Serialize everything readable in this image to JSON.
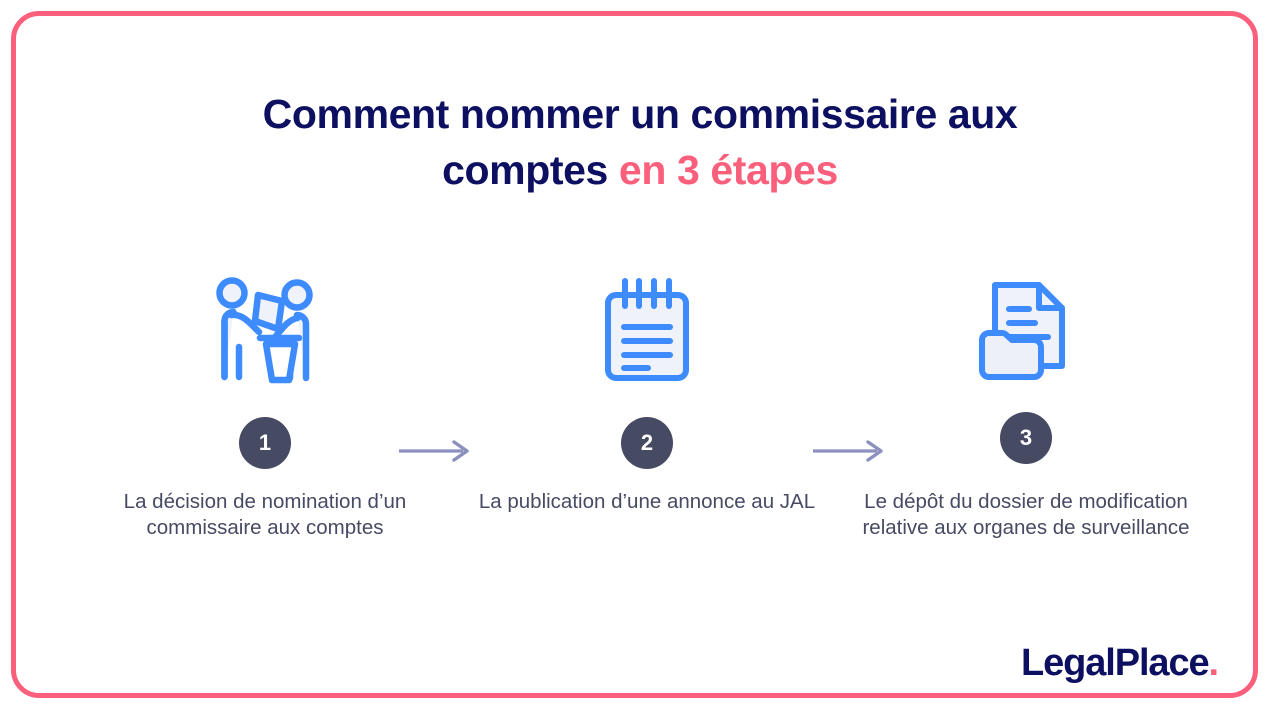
{
  "frame": {
    "border_color": "#fa5f7c",
    "background": "#ffffff"
  },
  "title": {
    "line1": "Comment nommer un commissaire aux",
    "line2_main": "comptes ",
    "line2_accent": "en 3 étapes",
    "color": "#0d1060",
    "accent_color": "#fa5f7c"
  },
  "steps": [
    {
      "number": "1",
      "icon": "two-people-handing-document-icon",
      "caption": "La décision de nomination d’un commissaire aux comptes"
    },
    {
      "number": "2",
      "icon": "notepad-icon",
      "caption": "La publication d’une annonce au JAL"
    },
    {
      "number": "3",
      "icon": "document-folder-icon",
      "caption": "Le dépôt du dossier de modification relative aux organes de surveillance"
    }
  ],
  "connectors": [
    {
      "icon": "arrow-right-icon",
      "color": "#8b90be"
    },
    {
      "icon": "arrow-right-icon",
      "color": "#8b90be"
    }
  ],
  "badge": {
    "background": "#474a63",
    "text_color": "#ffffff"
  },
  "caption_color": "#474a63",
  "icon_colors": {
    "stroke": "#3d8bfd",
    "fill": "#f0f2fa"
  },
  "logo": {
    "text": "LegalPlace",
    "dot": ".",
    "color": "#0d1060",
    "dot_color": "#fa5f7c"
  }
}
